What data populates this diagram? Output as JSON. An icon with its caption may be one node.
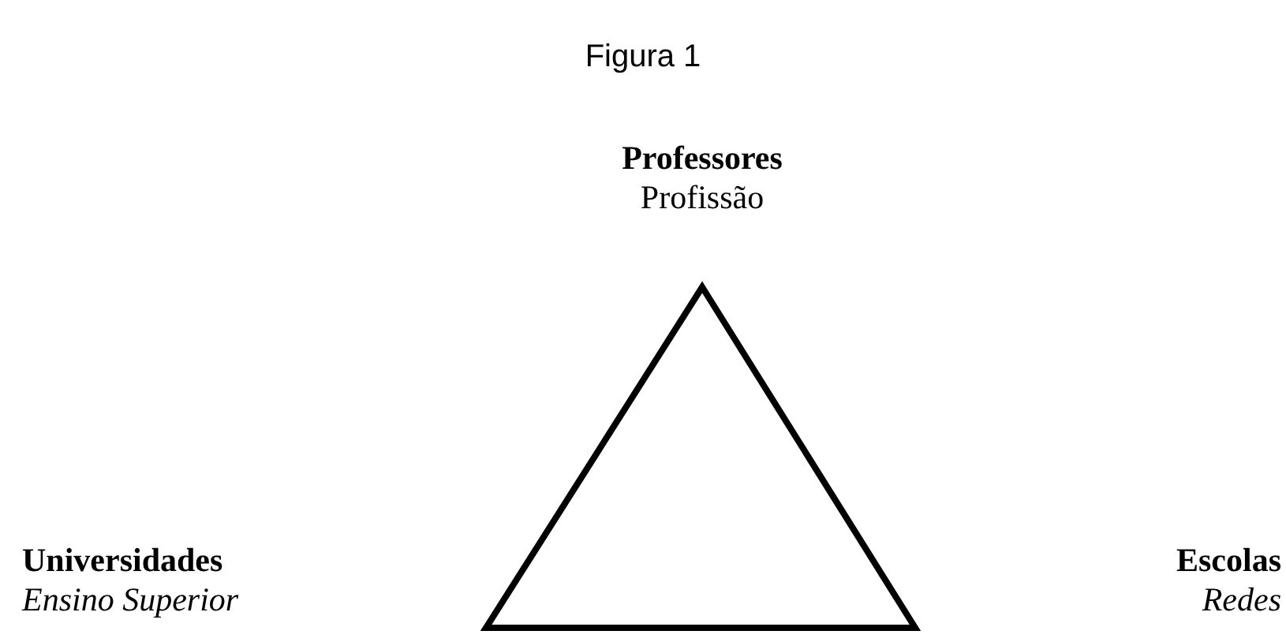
{
  "diagram": {
    "title": "Figura 1",
    "nodes": [
      {
        "text": [
          "Professores",
          "Profissão"
        ]
      },
      {
        "text": [
          "Universidades",
          "Ensino Superior"
        ]
      },
      {
        "text": [
          "Escolas",
          "Redes"
        ]
      },
      {
        "text": [],
        "shape": "triangle"
      }
    ]
  }
}
